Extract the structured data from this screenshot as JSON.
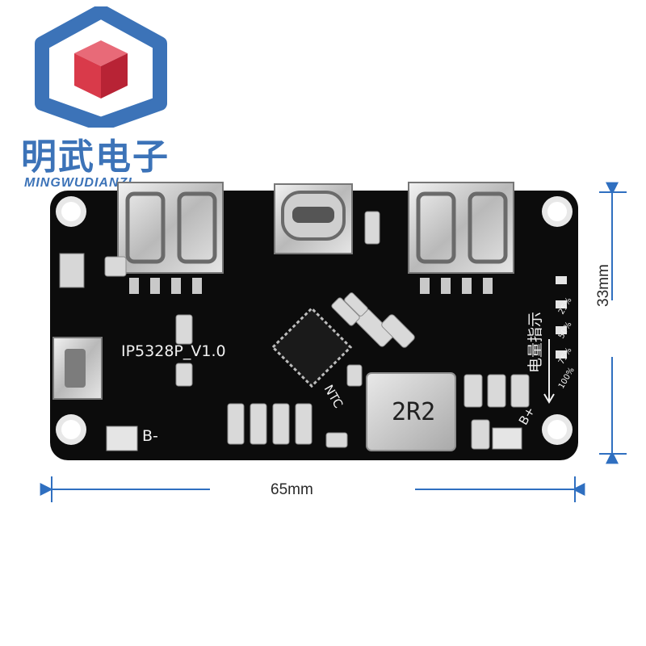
{
  "brand": {
    "name_cn": "明武电子",
    "name_en": "MINGWUDIANZI",
    "logo_colors": {
      "frame": "#3c73b8",
      "cube": "#d93a4a"
    }
  },
  "board": {
    "model_label": "IP5328P_V1.0",
    "inductor_marking": "2R2",
    "ntc_label": "NTC",
    "b_minus_label": "B-",
    "b_plus_label": "B+",
    "indicator_label": "电量指示",
    "indicator_levels": [
      "100%",
      "75%",
      "50%",
      "25%"
    ],
    "pcb_color": "#0c0c0c"
  },
  "dimensions": {
    "width_label": "65mm",
    "height_label": "33mm",
    "arrow_color": "#2f6fc0"
  }
}
